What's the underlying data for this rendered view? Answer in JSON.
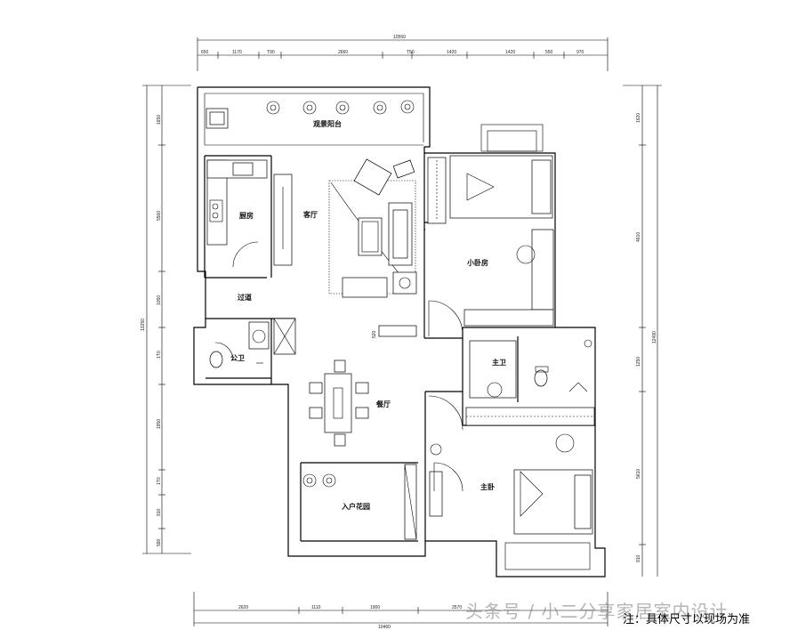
{
  "dimensions": {
    "top_total": "10560",
    "top_segments": [
      "650",
      "1170",
      "T90",
      "2660",
      "T50",
      "1420",
      "1420",
      "550",
      "970"
    ],
    "bottom_total": "10460",
    "bottom_segments": [
      "2620",
      "1110",
      "1900",
      "2570"
    ],
    "left_total": "13250",
    "left_segments": [
      "1650",
      "5500",
      "1050",
      "1T0",
      "1950",
      "1T0",
      "910",
      "590"
    ],
    "right_total": "12490",
    "right_segments": [
      "1620",
      "4610",
      "1250",
      "5610",
      "910"
    ],
    "inner_label": "520"
  },
  "rooms": {
    "balcony": "观景阳台",
    "kitchen": "厨房",
    "living_room": "客厅",
    "small_bedroom": "小卧房",
    "corridor": "过道",
    "public_bath": "公卫",
    "master_bath": "主卫",
    "dining_room": "餐厅",
    "entry_garden": "入户花园",
    "master_bedroom": "主卧"
  },
  "note": "注：具体尺寸以现场为准",
  "watermark": "头条号 / 小二分享家居室内设计",
  "colors": {
    "line": "#000000",
    "background": "#ffffff",
    "watermark": "#888888"
  }
}
